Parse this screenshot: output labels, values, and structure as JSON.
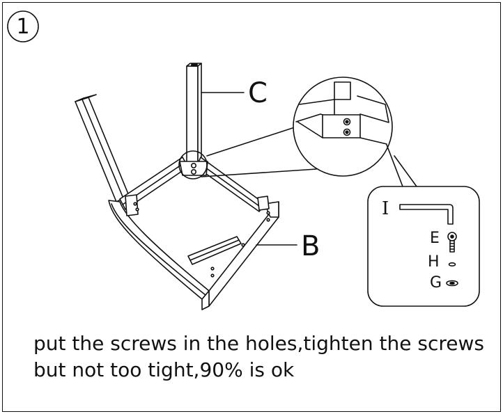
{
  "step": {
    "number": "1"
  },
  "callouts": {
    "part_c": "C",
    "part_b": "B"
  },
  "hardware": {
    "wrench": "I",
    "bolt": "E",
    "washer": "H",
    "spacer": "G"
  },
  "instruction": {
    "line1": "put the screws in the holes,tighten the screws",
    "line2": "but not too tight,90% is ok"
  }
}
